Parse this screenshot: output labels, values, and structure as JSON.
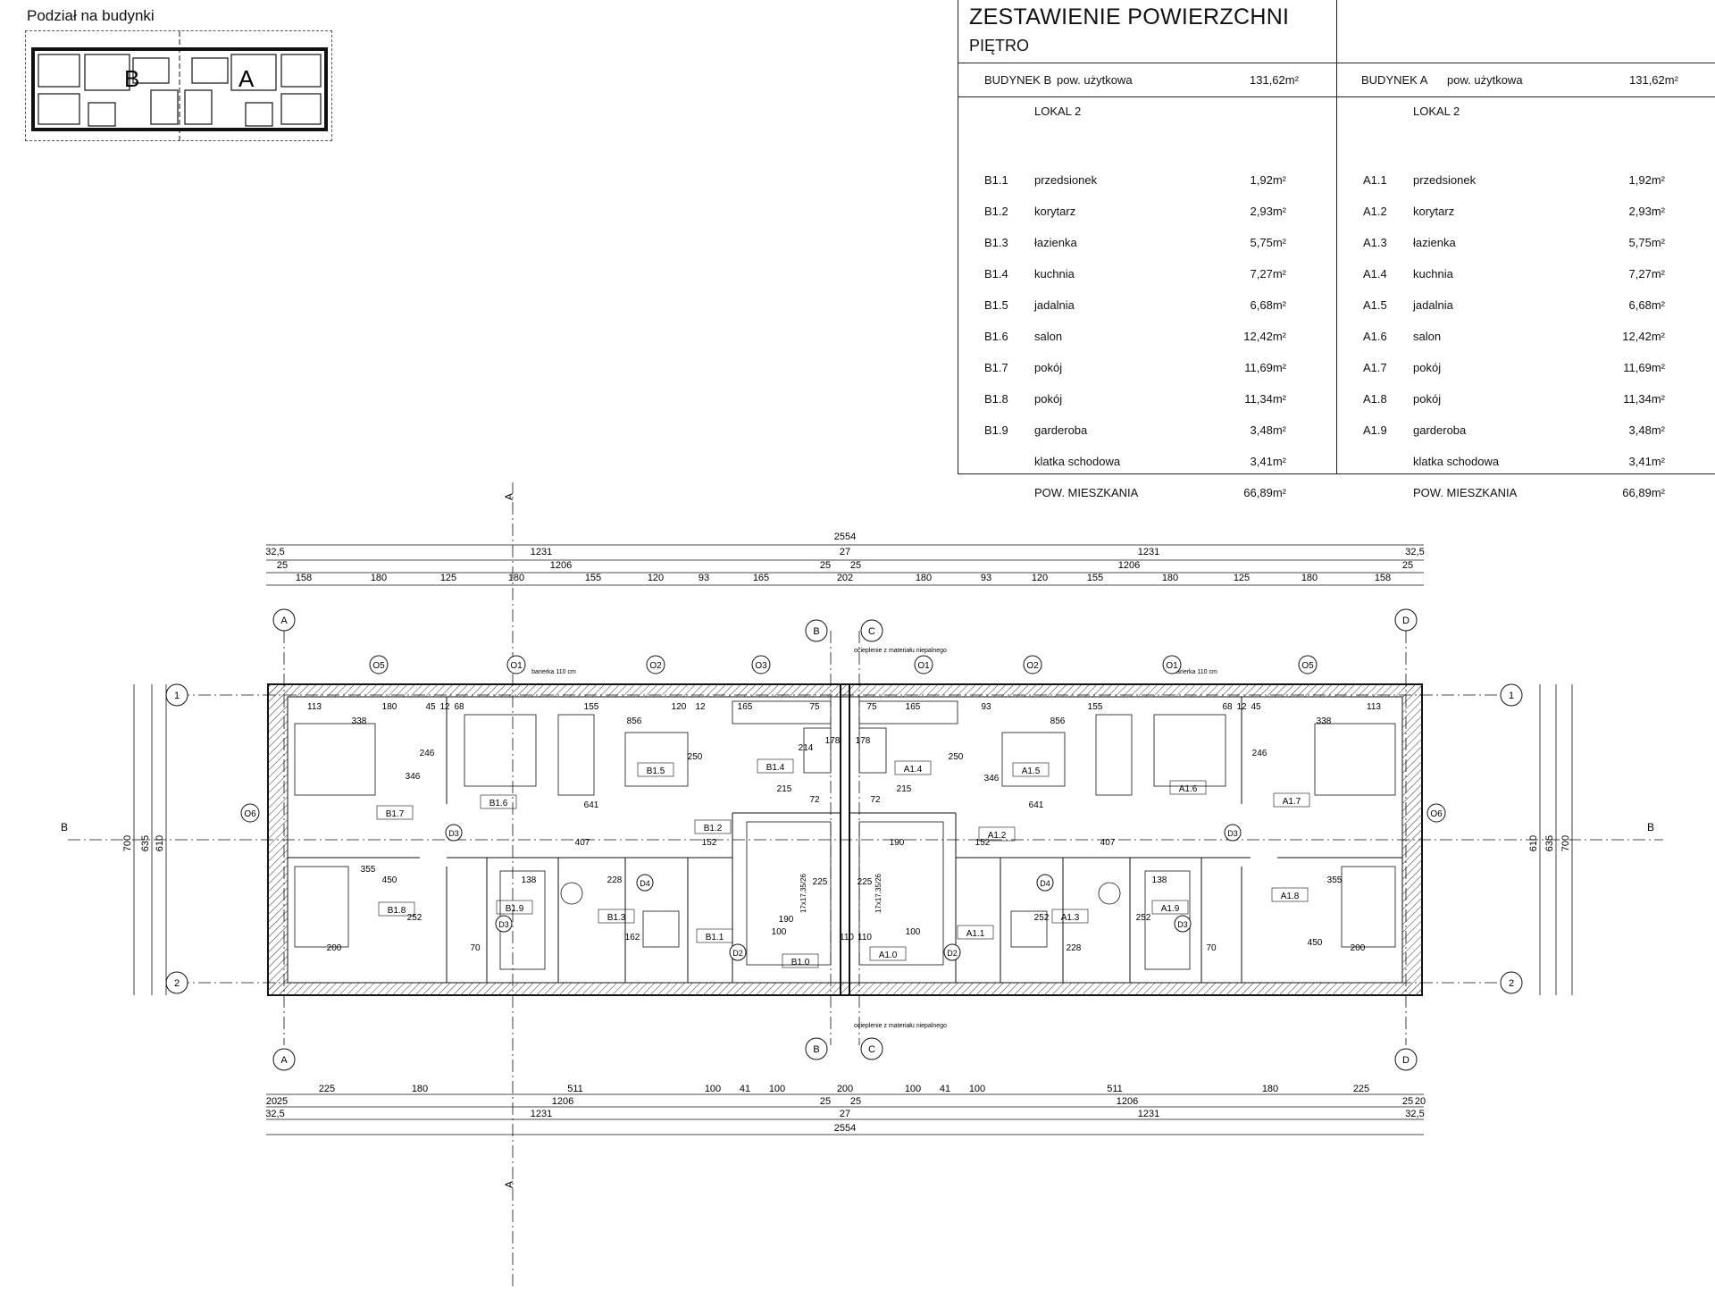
{
  "inset": {
    "title": "Podział na budynki",
    "label_b": "B",
    "label_a": "A"
  },
  "schedule": {
    "title": "ZESTAWIENIE POWIERZCHNI",
    "subtitle": "PIĘTRO",
    "buildings": [
      {
        "name": "BUDYNEK B",
        "area_label": "pow. użytkowa",
        "total": "131,62m²",
        "unit": "LOKAL 2",
        "rows": [
          {
            "code": "B1.1",
            "name": "przedsionek",
            "area": "1,92m²"
          },
          {
            "code": "B1.2",
            "name": "korytarz",
            "area": "2,93m²"
          },
          {
            "code": "B1.3",
            "name": "łazienka",
            "area": "5,75m²"
          },
          {
            "code": "B1.4",
            "name": "kuchnia",
            "area": "7,27m²"
          },
          {
            "code": "B1.5",
            "name": "jadalnia",
            "area": "6,68m²"
          },
          {
            "code": "B1.6",
            "name": "salon",
            "area": "12,42m²"
          },
          {
            "code": "B1.7",
            "name": "pokój",
            "area": "11,69m²"
          },
          {
            "code": "B1.8",
            "name": "pokój",
            "area": "11,34m²"
          },
          {
            "code": "B1.9",
            "name": "garderoba",
            "area": "3,48m²"
          },
          {
            "code": "",
            "name": "klatka schodowa",
            "area": "3,41m²"
          },
          {
            "code": "",
            "name": "POW. MIESZKANIA",
            "area": "66,89m²"
          }
        ]
      },
      {
        "name": "BUDYNEK A",
        "area_label": "pow. użytkowa",
        "total": "131,62m²",
        "unit": "LOKAL 2",
        "rows": [
          {
            "code": "A1.1",
            "name": "przedsionek",
            "area": "1,92m²"
          },
          {
            "code": "A1.2",
            "name": "korytarz",
            "area": "2,93m²"
          },
          {
            "code": "A1.3",
            "name": "łazienka",
            "area": "5,75m²"
          },
          {
            "code": "A1.4",
            "name": "kuchnia",
            "area": "7,27m²"
          },
          {
            "code": "A1.5",
            "name": "jadalnia",
            "area": "6,68m²"
          },
          {
            "code": "A1.6",
            "name": "salon",
            "area": "12,42m²"
          },
          {
            "code": "A1.7",
            "name": "pokój",
            "area": "11,69m²"
          },
          {
            "code": "A1.8",
            "name": "pokój",
            "area": "11,34m²"
          },
          {
            "code": "A1.9",
            "name": "garderoba",
            "area": "3,48m²"
          },
          {
            "code": "",
            "name": "klatka schodowa",
            "area": "3,41m²"
          },
          {
            "code": "",
            "name": "POW. MIESZKANIA",
            "area": "66,89m²"
          }
        ]
      }
    ]
  },
  "plan": {
    "top_dims": {
      "overall": "2554",
      "row2": [
        "32,5",
        "1231",
        "27",
        "1231",
        "32,5"
      ],
      "row3": [
        "25",
        "1206",
        "25",
        "25",
        "1206",
        "25"
      ],
      "row4": [
        "158",
        "180",
        "125",
        "180",
        "155",
        "120",
        "93",
        "165",
        "202",
        "180",
        "93",
        "120",
        "155",
        "180",
        "125",
        "180",
        "158"
      ]
    },
    "bottom_dims": {
      "row1": [
        "225",
        "180",
        "511",
        "100",
        "41",
        "100",
        "200",
        "100",
        "41",
        "100",
        "511",
        "180",
        "225"
      ],
      "row2": [
        "20",
        "25",
        "1206",
        "25",
        "25",
        "1206",
        "25",
        "20"
      ],
      "row3": [
        "32,5",
        "1231",
        "27",
        "1231",
        "32,5"
      ],
      "overall": "2554"
    },
    "axes": {
      "columns": [
        "A",
        "B",
        "C",
        "D"
      ],
      "rows": [
        "1",
        "2"
      ]
    },
    "section_marks": {
      "a": "A",
      "b": "B"
    },
    "notes": {
      "insulation": "ocieplenie z materiału niepalnego",
      "railing": "barierka 110 cm",
      "stair": "17x17,35/26"
    },
    "window_tags": [
      "O5",
      "O1",
      "O2",
      "O3",
      "O1",
      "O2",
      "O1",
      "O5",
      "O6",
      "O6"
    ],
    "door_tags": [
      "D3",
      "D3",
      "D4",
      "D2",
      "D2",
      "D4",
      "D3",
      "D3"
    ],
    "rooms_b": [
      {
        "code": "B1.7"
      },
      {
        "code": "B1.6"
      },
      {
        "code": "B1.5"
      },
      {
        "code": "B1.4"
      },
      {
        "code": "B1.8"
      },
      {
        "code": "B1.9"
      },
      {
        "code": "B1.3"
      },
      {
        "code": "B1.2"
      },
      {
        "code": "B1.1"
      },
      {
        "code": "B1.0"
      }
    ],
    "rooms_a": [
      {
        "code": "A1.4"
      },
      {
        "code": "A1.5"
      },
      {
        "code": "A1.6"
      },
      {
        "code": "A1.7"
      },
      {
        "code": "A1.2"
      },
      {
        "code": "A1.3"
      },
      {
        "code": "A1.9"
      },
      {
        "code": "A1.8"
      },
      {
        "code": "A1.1"
      },
      {
        "code": "A1.0"
      }
    ],
    "interior_dims": {
      "b": [
        "113",
        "338",
        "180",
        "45",
        "12",
        "68",
        "155",
        "856",
        "120",
        "12",
        "165",
        "75",
        "246",
        "346",
        "641",
        "250",
        "214",
        "178",
        "215",
        "72",
        "407",
        "152",
        "450",
        "355",
        "138",
        "228",
        "252",
        "200",
        "70",
        "162",
        "190",
        "225",
        "110",
        "100"
      ],
      "a": [
        "75",
        "165",
        "93",
        "856",
        "155",
        "68",
        "12",
        "45",
        "338",
        "113",
        "250",
        "641",
        "346",
        "246",
        "215",
        "72",
        "178",
        "190",
        "407",
        "152",
        "252",
        "228",
        "138",
        "252",
        "355",
        "450",
        "200",
        "70",
        "225",
        "110",
        "100"
      ]
    },
    "side_dims": {
      "left": [
        "700",
        "635",
        "610"
      ],
      "right": [
        "610",
        "635",
        "700"
      ]
    }
  }
}
